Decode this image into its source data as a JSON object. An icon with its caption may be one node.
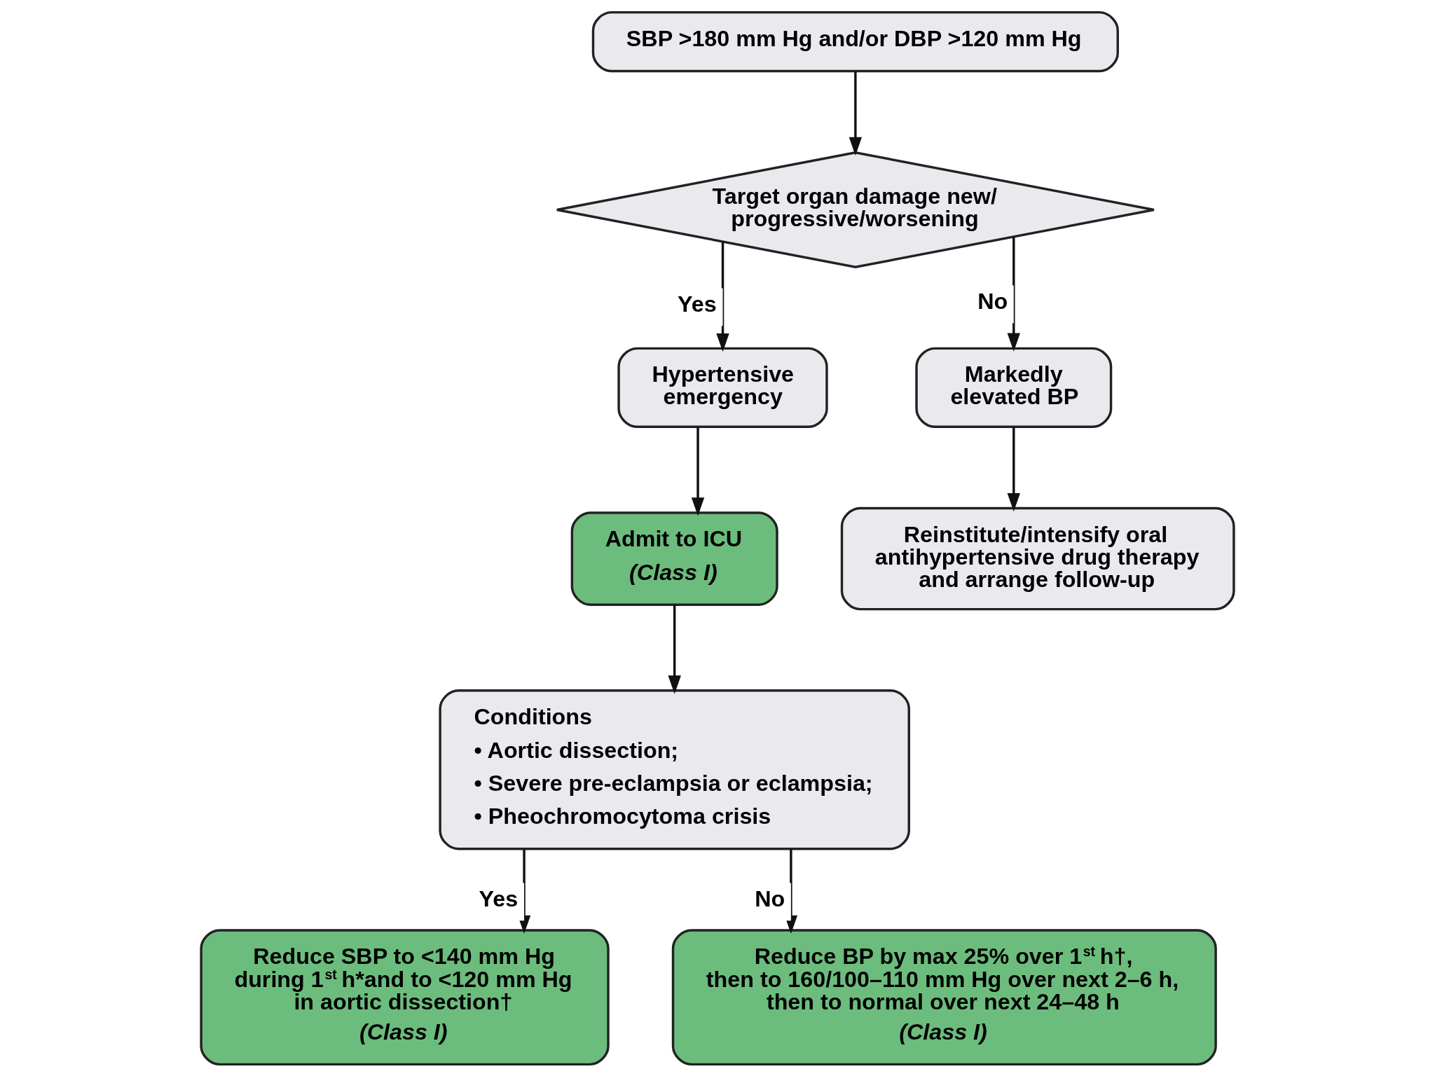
{
  "diagram": {
    "nodes": [
      {
        "text": [
          "SBP >180 mm Hg and/or DBP >120 mm Hg"
        ]
      },
      {
        "text": [
          "Target organ damage new/ progressive/worsening"
        ]
      },
      {
        "text": [
          "Hypertensive emergency"
        ]
      },
      {
        "text": [
          "Markedly elevated BP"
        ]
      },
      {
        "text": [
          "Admit to ICU",
          "(Class I)"
        ]
      },
      {
        "text": [
          "Reinstitute/intensify oral antihypertensive drug therapy and arrange follow-up"
        ]
      },
      {
        "text": [
          "Conditions",
          "• Aortic dissection;",
          "• Severe pre-eclampsia or eclampsia;",
          "• Pheochromocytoma crisis"
        ]
      },
      {
        "text": [
          "Reduce SBP to <140 mm Hg during 1$^{st}$ h*and to <120 mm Hg in aortic dissection†",
          "(Class I)"
        ]
      },
      {
        "text": [
          "Reduce BP by max 25% over 1$^{st}$ h†, then to 160/100–110 mm Hg over next 2–6 h, then to normal over next 24–48 h",
          "(Class I)"
        ]
      }
    ],
    "edges": [
      {
        "from": 0,
        "to": 1,
        "arrow": "to"
      },
      {
        "from": 1,
        "to": 2,
        "arrow": "to",
        "label": "Yes"
      },
      {
        "from": 1,
        "to": 3,
        "arrow": "to",
        "label": "No"
      },
      {
        "from": 2,
        "to": 4,
        "arrow": "to"
      },
      {
        "from": 3,
        "to": 5,
        "arrow": "to"
      },
      {
        "from": 4,
        "to": 6,
        "arrow": "to"
      },
      {
        "from": 6,
        "to": 7,
        "arrow": "to",
        "label": "Yes"
      },
      {
        "from": 6,
        "to": 8,
        "arrow": "to",
        "label": "No"
      }
    ]
  }
}
